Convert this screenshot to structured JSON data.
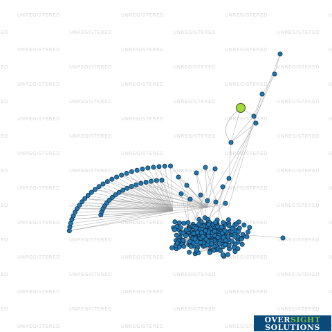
{
  "watermark": {
    "text": "UNREGISTERED",
    "color": "#d9d9d9"
  },
  "graph": {
    "node_color": "#1f78b4",
    "node_stroke": "#0d2d44",
    "highlight_color": "#a6d83f",
    "edge_color": "#9e9e9e"
  },
  "logo": {
    "word1_part1": "OVER",
    "word1_part2": "SIGHT",
    "word2": "SOLUTIONS",
    "background": "#0a4a7a",
    "accent": "#7bc043"
  }
}
